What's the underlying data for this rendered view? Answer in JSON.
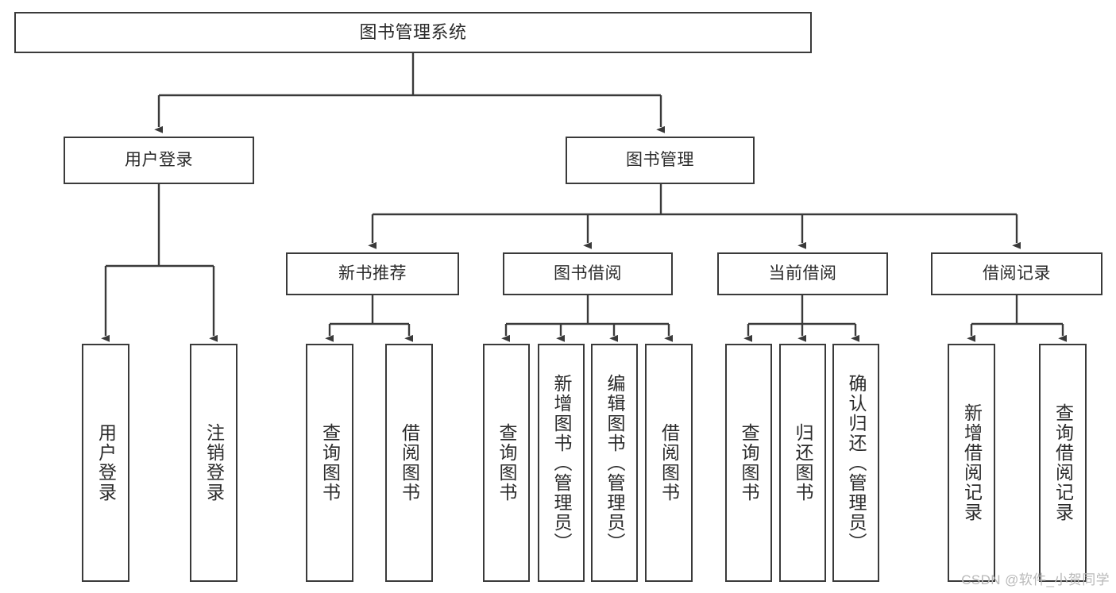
{
  "diagram": {
    "title": "图书管理系统",
    "watermark": "CSDN @软件_小贺同学",
    "colors": {
      "box_border": "#3a3a3a",
      "edge": "#3a3a3a",
      "background": "#ffffff",
      "text": "#2b2b2b",
      "watermark": "#b9b9b9"
    },
    "root": {
      "label": "图书管理系统"
    },
    "level1": [
      {
        "label": "用户登录"
      },
      {
        "label": "图书管理"
      }
    ],
    "level2": [
      {
        "label": "新书推荐"
      },
      {
        "label": "图书借阅"
      },
      {
        "label": "当前借阅"
      },
      {
        "label": "借阅记录"
      }
    ],
    "leaves": {
      "user_login": [
        {
          "label": "用户登录"
        },
        {
          "label": "注销登录"
        }
      ],
      "new_book": [
        {
          "label": "查询图书"
        },
        {
          "label": "借阅图书"
        }
      ],
      "book_borrow": [
        {
          "label": "查询图书"
        },
        {
          "label": "新增图书（管理员）"
        },
        {
          "label": "编辑图书（管理员）"
        },
        {
          "label": "借阅图书"
        }
      ],
      "current_borrow": [
        {
          "label": "查询图书"
        },
        {
          "label": "归还图书"
        },
        {
          "label": "确认归还（管理员）"
        }
      ],
      "borrow_record": [
        {
          "label": "新增借阅记录"
        },
        {
          "label": "查询借阅记录"
        }
      ]
    }
  }
}
